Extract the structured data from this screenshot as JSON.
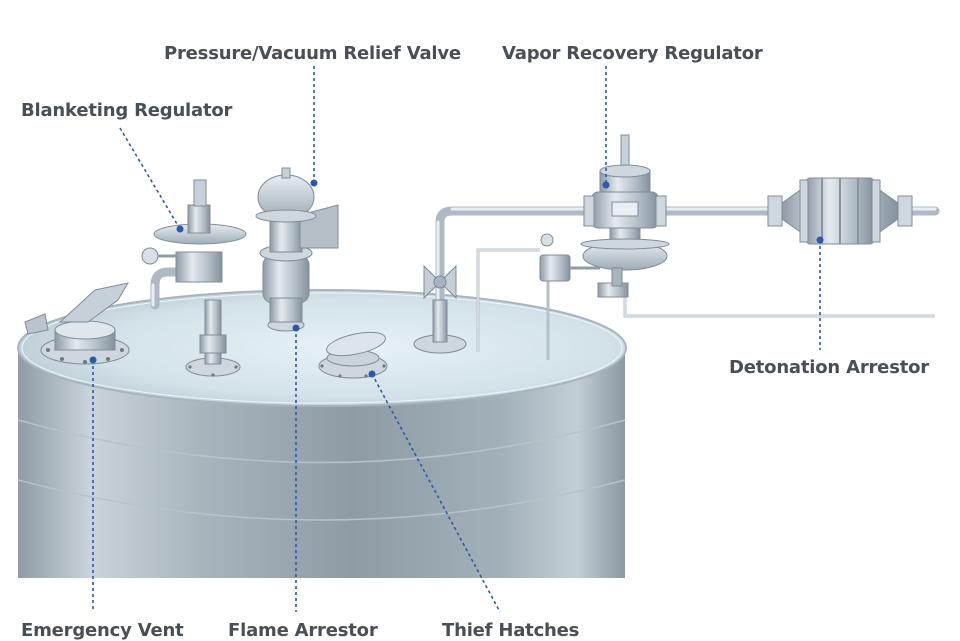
{
  "labels": {
    "pressure_vacuum_relief_valve": "Pressure/Vacuum Relief Valve",
    "vapor_recovery_regulator": "Vapor Recovery Regulator",
    "blanketing_regulator": "Blanketing Regulator",
    "detonation_arrestor": "Detonation Arrestor",
    "emergency_vent": "Emergency Vent",
    "flame_arrestor": "Flame Arrestor",
    "thief_hatches": "Thief Hatches"
  },
  "colors": {
    "leader_line": "#2a5aa8",
    "label_text": "#4a4f55",
    "tank_body": "#9aa7b0",
    "tank_roof": "#d9e6ec"
  },
  "icons": [
    "storage-tank",
    "blanketing-regulator-icon",
    "pressure-vacuum-relief-valve-icon",
    "vapor-recovery-regulator-icon",
    "detonation-arrestor-icon",
    "emergency-vent-icon",
    "flame-arrestor-icon",
    "thief-hatch-icon",
    "valve-icon"
  ]
}
